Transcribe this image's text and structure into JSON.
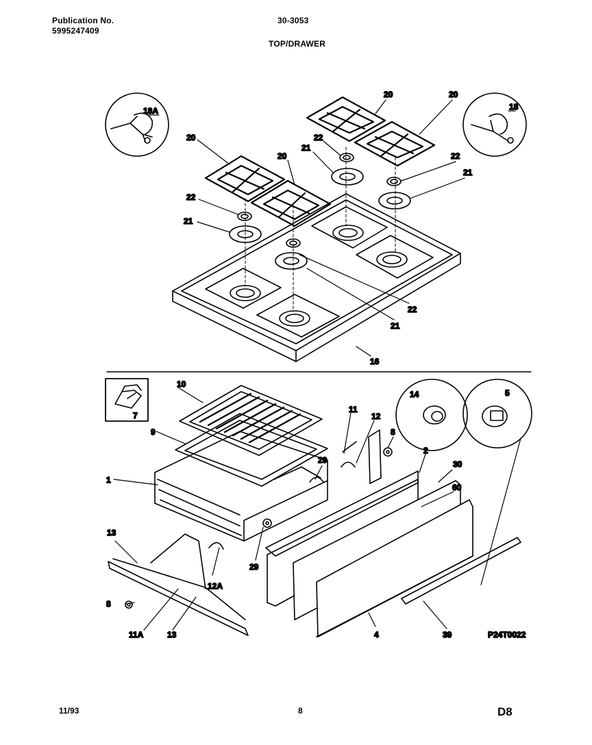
{
  "header": {
    "publication_label": "Publication No.",
    "publication_number": "5995247409",
    "model": "30-3053",
    "section_title": "TOP/DRAWER"
  },
  "labels": {
    "l18a": "18A",
    "l18": "18",
    "l20a": "20",
    "l20b": "20",
    "l20c": "20",
    "l20d": "20",
    "l21a": "21",
    "l21b": "21",
    "l21c": "21",
    "l21d": "21",
    "l22a": "22",
    "l22b": "22",
    "l22c": "22",
    "l22d": "22",
    "l16": "16",
    "l7": "7",
    "l10": "10",
    "l9": "9",
    "l1": "1",
    "l11": "11",
    "l12": "12",
    "l8a": "8",
    "l29a": "29",
    "l29b": "29",
    "l14": "14",
    "l5": "5",
    "l2": "2",
    "l30": "30",
    "l60": "60",
    "l13a": "13",
    "l13b": "13",
    "l12a": "12A",
    "l8b": "8",
    "l11a": "11A",
    "l4": "4",
    "l39": "39"
  },
  "diagram_code": "P24T0022",
  "footer": {
    "date": "11/93",
    "page_number": "8",
    "page_id": "D8"
  }
}
